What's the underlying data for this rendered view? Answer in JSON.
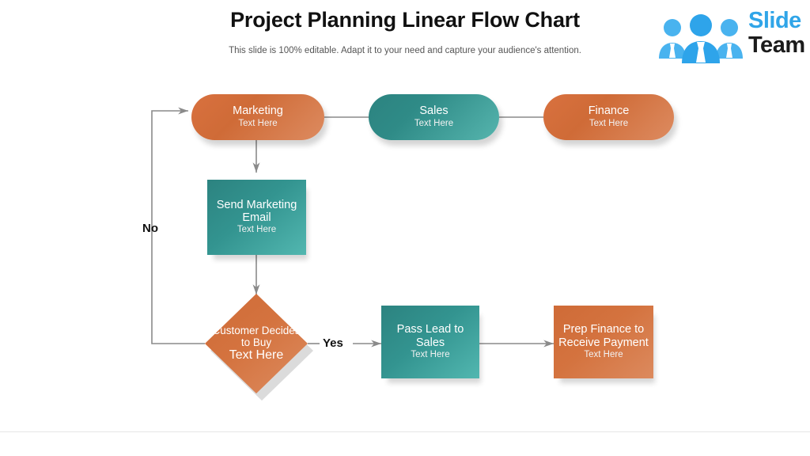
{
  "header": {
    "title": "Project Planning Linear Flow Chart",
    "subtitle": "This slide is 100% editable. Adapt it to your need and capture your audience's attention."
  },
  "logo": {
    "name": "slideteam-logo",
    "word1": "Slide",
    "word2": "Team",
    "mark_color": "#30a5e8",
    "word1_color": "#30a5e8",
    "word2_color": "#1b1b1b"
  },
  "theme": {
    "orange": "#cf6b37",
    "orange_light": "#dd8b60",
    "teal": "#2f8b87",
    "teal_light": "#56b5ae",
    "connector": "#8a8a8a",
    "background": "#ffffff"
  },
  "flow": {
    "nodes": [
      {
        "id": "marketing",
        "shape": "pill",
        "color": "orange",
        "title": "Marketing",
        "subtitle": "Text Here"
      },
      {
        "id": "sales",
        "shape": "pill",
        "color": "teal",
        "title": "Sales",
        "subtitle": "Text Here"
      },
      {
        "id": "finance",
        "shape": "pill",
        "color": "orange",
        "title": "Finance",
        "subtitle": "Text Here"
      },
      {
        "id": "send-email",
        "shape": "rectangle",
        "color": "teal",
        "title": "Send Marketing Email",
        "subtitle": "Text Here"
      },
      {
        "id": "decision",
        "shape": "diamond",
        "color": "orange",
        "title": "Customer Decides to Buy",
        "subtitle": "Text Here"
      },
      {
        "id": "pass-lead",
        "shape": "rectangle",
        "color": "teal",
        "title": "Pass Lead to Sales",
        "subtitle": "Text Here"
      },
      {
        "id": "prep-finance",
        "shape": "rectangle",
        "color": "orange",
        "title": "Prep Finance to Receive Payment",
        "subtitle": "Text Here"
      }
    ],
    "branch_labels": {
      "no": "No",
      "yes": "Yes"
    }
  }
}
